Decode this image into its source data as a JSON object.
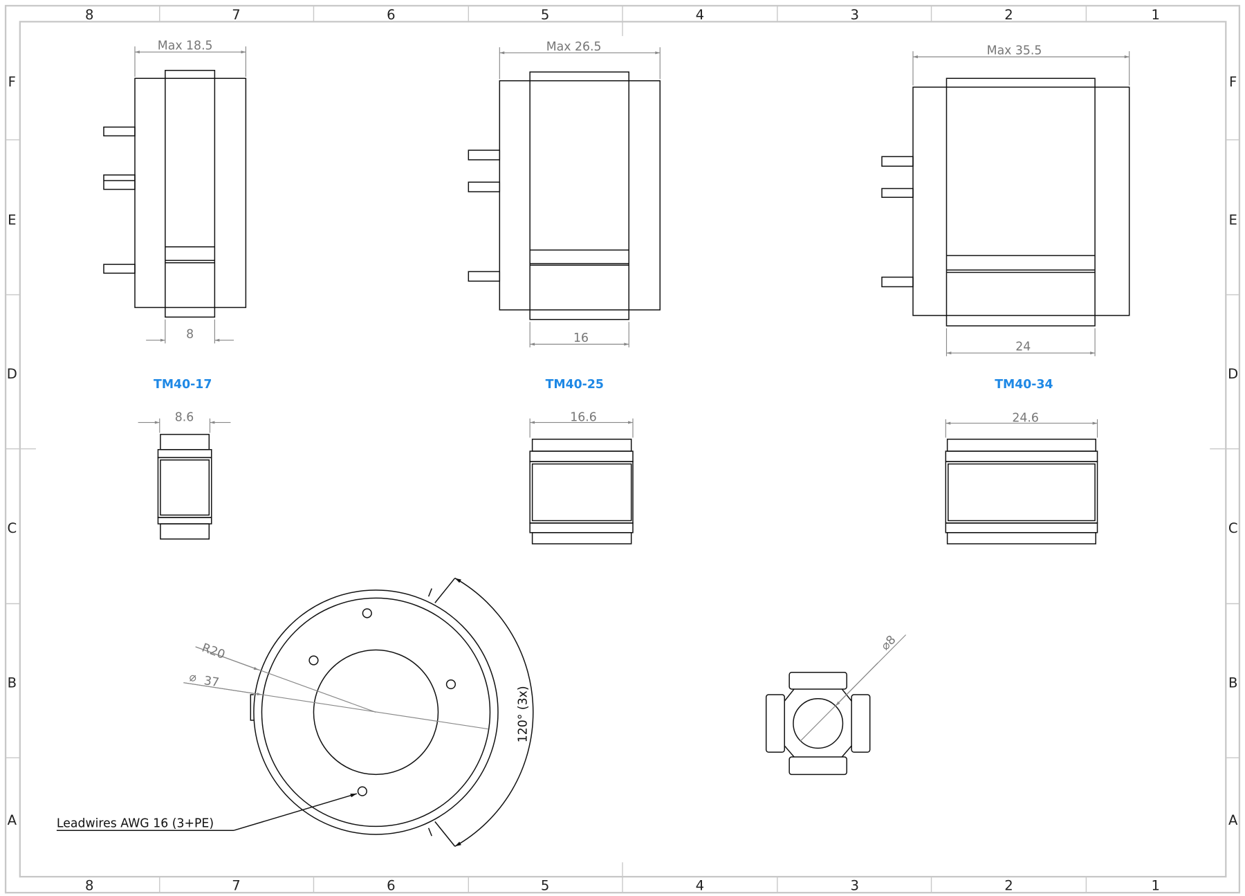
{
  "zones": {
    "columns": [
      "8",
      "7",
      "6",
      "5",
      "4",
      "3",
      "2",
      "1"
    ],
    "rows": [
      "F",
      "E",
      "D",
      "C",
      "B",
      "A"
    ]
  },
  "parts": [
    {
      "name": "TM40-17",
      "max_width": "Max 18.5",
      "core_width": "8",
      "bottom_width": "8.6"
    },
    {
      "name": "TM40-25",
      "max_width": "Max 26.5",
      "core_width": "16",
      "bottom_width": "16.6"
    },
    {
      "name": "TM40-34",
      "max_width": "Max 35.5",
      "core_width": "24",
      "bottom_width": "24.6"
    }
  ],
  "flange": {
    "radius_label": "R20",
    "diameter_label": "37",
    "angle_label": "120° (3x)",
    "leadwire_note": "Leadwires AWG 16 (3+PE)"
  },
  "core": {
    "diameter_label": "8"
  },
  "colors": {
    "part_label": "#1e88e5",
    "dimension": "#888888",
    "outline": "#111111"
  }
}
